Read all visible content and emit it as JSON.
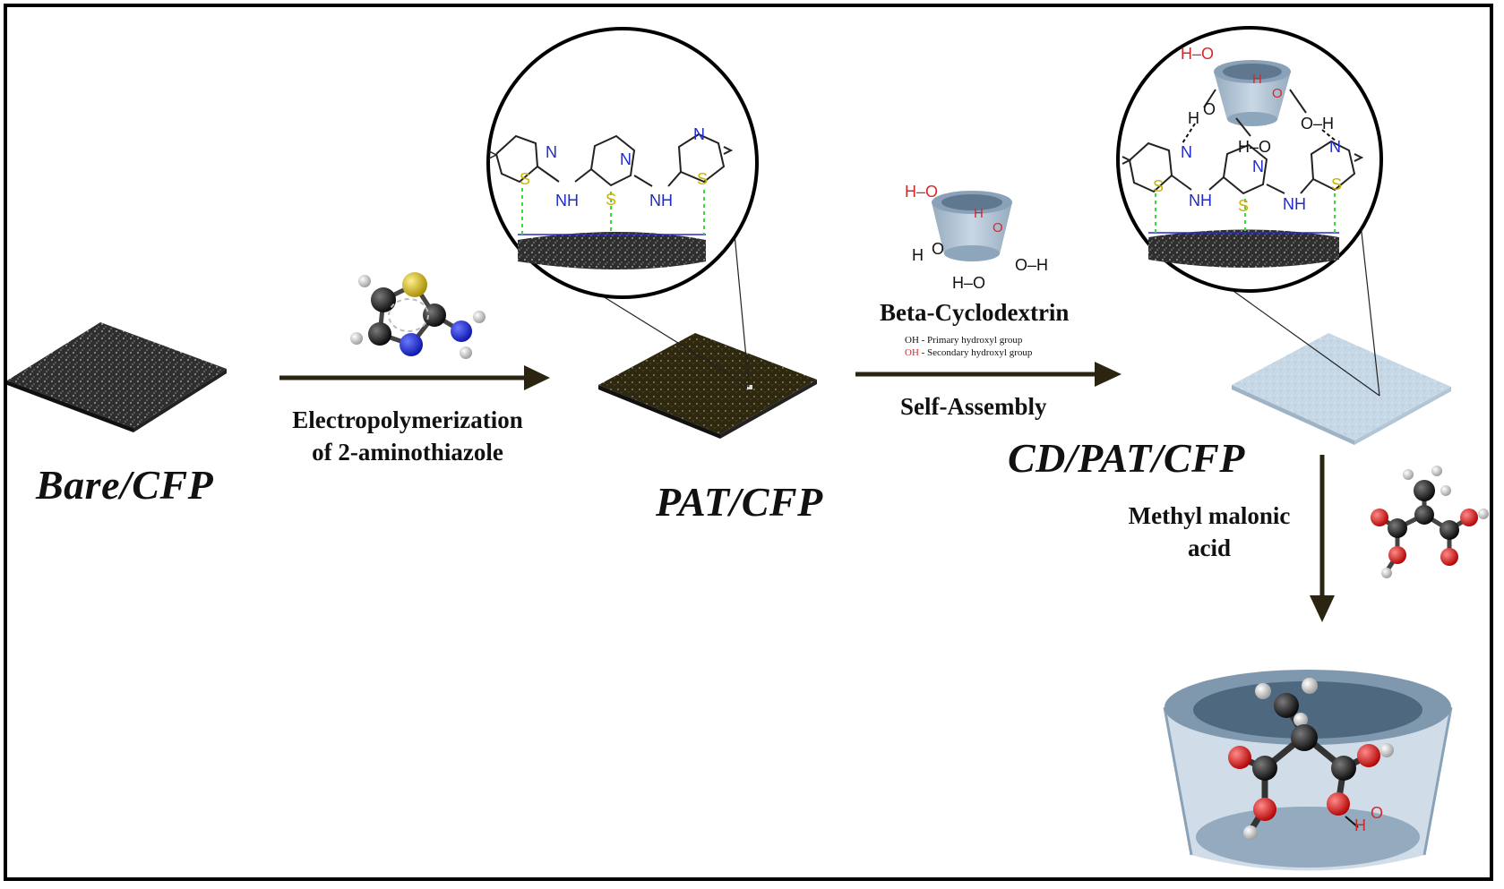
{
  "labels": {
    "bare": "Bare/CFP",
    "pat": "PAT/CFP",
    "cd": "CD/PAT/CFP"
  },
  "steps": {
    "electropolymerization_line1": "Electropolymerization",
    "electropolymerization_line2": "of 2-aminothiazole",
    "self_assembly": "Self-Assembly",
    "methyl_line1": "Methyl malonic",
    "methyl_line2": "acid"
  },
  "beta_cd": {
    "title": "Beta-Cyclodextrin",
    "legend_primary_oh": "OH",
    "legend_primary_text": " - Primary hydroxyl group",
    "legend_secondary_oh": "OH",
    "legend_secondary_text": " - Secondary hydroxyl group"
  },
  "atoms": {
    "N": "N",
    "S": "S",
    "NH": "NH",
    "H": "H",
    "O": "O",
    "HO_left": "H–O",
    "OH_right": "O–H",
    "HO_bottom": "H–O",
    "Hx": "H",
    "Ominus": "O"
  },
  "colors": {
    "nitrogen": "#1f2ccc",
    "sulfur": "#c9b400",
    "oxygen_red": "#d12a2a",
    "hbond_green": "#3ddc3d",
    "cd_blue": "#9fb3c6",
    "cfp_gray": "#4a4a4a",
    "pat_olive": "#3a3316",
    "cd_film": "#c9dbe9"
  }
}
